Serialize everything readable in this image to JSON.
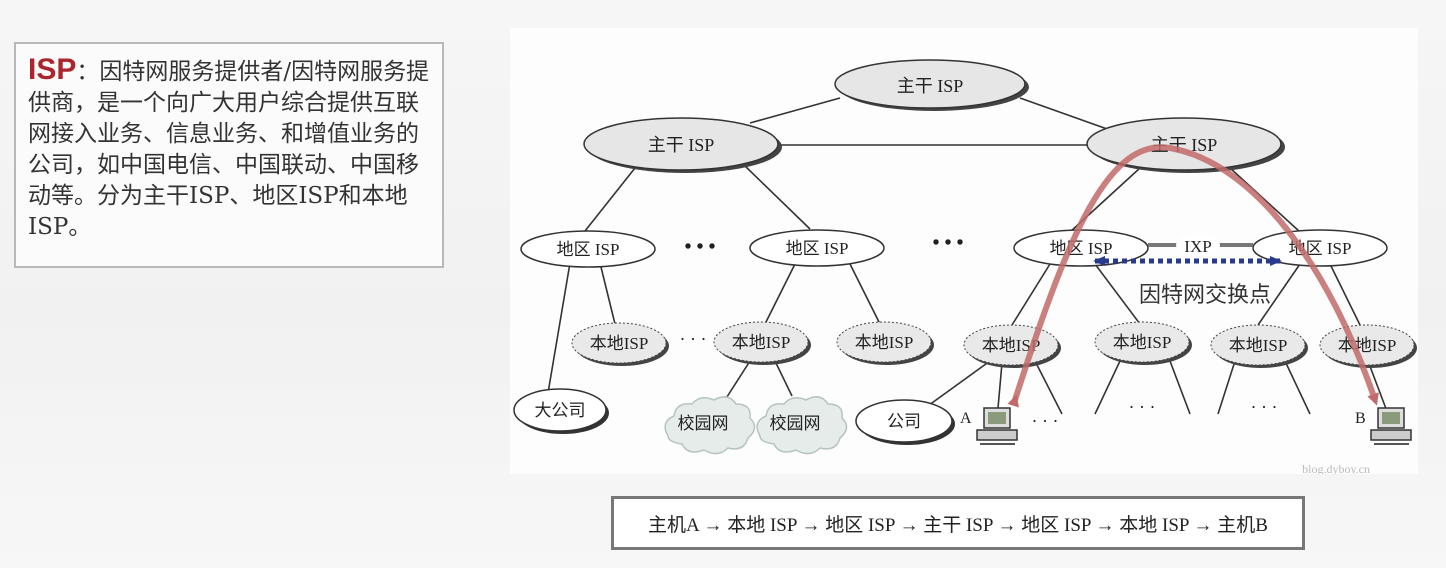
{
  "definition": {
    "term": "ISP",
    "separator": "：",
    "text": "因特网服务提供者/因特网服务提供商，是一个向广大用户综合提供互联网接入业务、信息业务、和增值业务的公司，如中国电信、中国联动、中国移动等。分为主干ISP、地区ISP和本地ISP。"
  },
  "diagram": {
    "backbone_isp_label": "主干 ISP",
    "regional_isp_label": "地区 ISP",
    "local_isp_label": "本地ISP",
    "ixp_label": "IXP",
    "ixp_caption": "因特网交换点",
    "big_company_label": "大公司",
    "campus_label": "校园网",
    "company_label": "公司",
    "host_a_label": "A",
    "host_b_label": "B",
    "ellipsis": "• • •",
    "small_ellipsis": "· · ·",
    "watermark": "blog.dyboy.cn",
    "colors": {
      "backbone_fill": "#e6e6e6",
      "local_fill": "#e9e9e9",
      "path_arrow": "#c26a6a",
      "ixp_arrow": "#283a8c"
    }
  },
  "route": {
    "text": "主机A → 本地 ISP → 地区 ISP → 主干 ISP → 地区 ISP → 本地 ISP → 主机B"
  }
}
